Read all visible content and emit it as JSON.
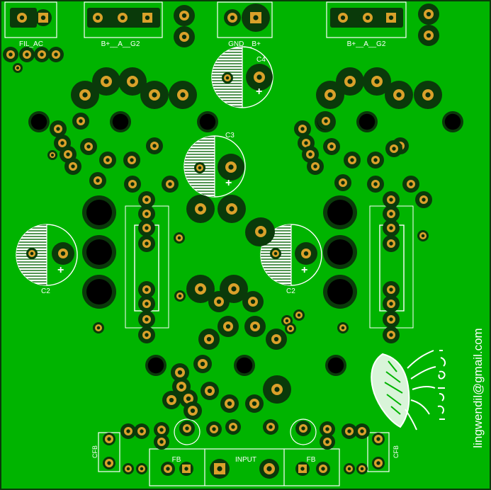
{
  "labels": {
    "fil_ac": "FIL_AC",
    "b_a_g2_left": "B+__A__G2",
    "gnd_b": "GND__B+",
    "b_a_g2_right": "B+__A__G2",
    "c4": "C4",
    "c3": "C3",
    "c2_left": "C2",
    "c2_right": "C2",
    "cfb_left": "CFB",
    "cfb_right": "CFB",
    "fb_left": "FB",
    "input": "INPUT",
    "fb_right": "FB",
    "email": "lingwendil@gmail.com",
    "signature": "ᴄᴀʏᴇᴅɪʟ",
    "plus": "+"
  },
  "colors": {
    "copper": "#00b400",
    "copper_dark": "#0a3a0a",
    "pad": "#d9a12a",
    "hole": "#0a2e0a",
    "silk": "#ffffff",
    "keepout": "#0b5a0b"
  }
}
